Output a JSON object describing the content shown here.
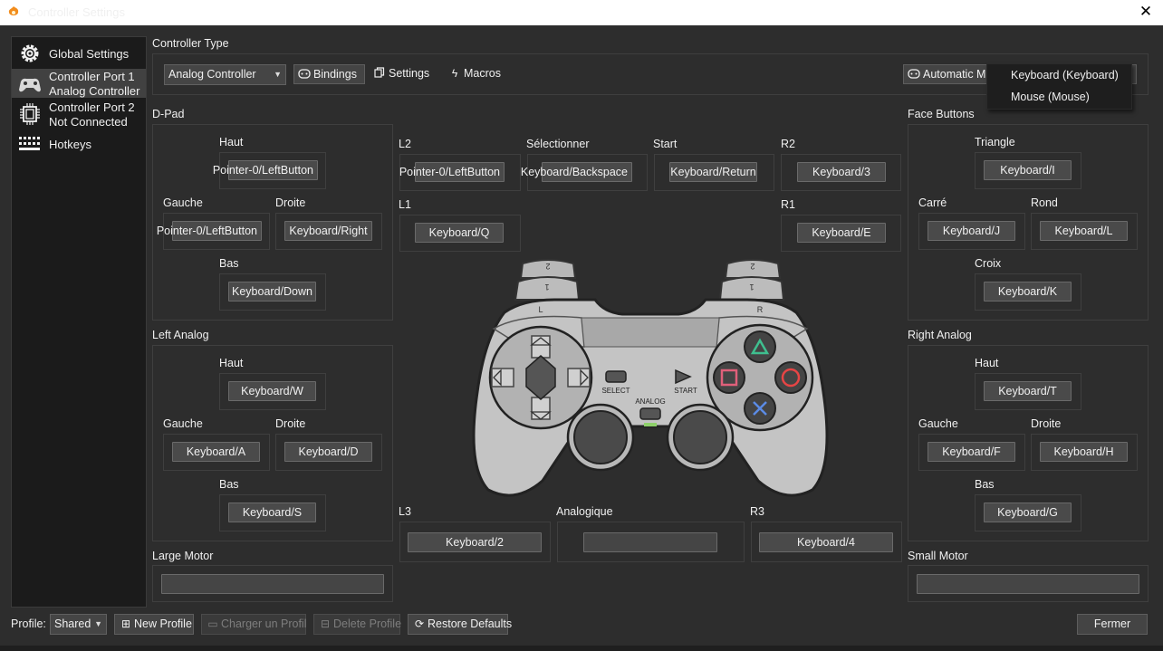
{
  "window": {
    "title": "Controller Settings"
  },
  "sidebar": {
    "items": [
      {
        "icon": "gear-icon",
        "line1": "Global Settings",
        "line2": ""
      },
      {
        "icon": "gamepad-icon",
        "line1": "Controller Port 1",
        "line2": "Analog Controller"
      },
      {
        "icon": "chip-icon",
        "line1": "Controller Port 2",
        "line2": "Not Connected"
      },
      {
        "icon": "keyboard-icon",
        "line1": "Hotkeys",
        "line2": ""
      }
    ]
  },
  "controller_type": {
    "label": "Controller Type",
    "selected": "Analog Controller",
    "buttons": {
      "bindings": "Bindings",
      "settings": "Settings",
      "macros": "Macros",
      "automatic": "Automatic M"
    }
  },
  "dropdown_menu": {
    "options": [
      "Keyboard (Keyboard)",
      "Mouse (Mouse)"
    ]
  },
  "dpad": {
    "title": "D-Pad",
    "up_label": "Haut",
    "up": "Pointer-0/LeftButton",
    "left_label": "Gauche",
    "left": "Pointer-0/LeftButton",
    "right_label": "Droite",
    "right": "Keyboard/Right",
    "down_label": "Bas",
    "down": "Keyboard/Down"
  },
  "left_analog": {
    "title": "Left Analog",
    "up_label": "Haut",
    "up": "Keyboard/W",
    "left_label": "Gauche",
    "left": "Keyboard/A",
    "right_label": "Droite",
    "right": "Keyboard/D",
    "down_label": "Bas",
    "down": "Keyboard/S"
  },
  "face_buttons": {
    "title": "Face Buttons",
    "triangle_label": "Triangle",
    "triangle": "Keyboard/I",
    "square_label": "Carré",
    "square": "Keyboard/J",
    "circle_label": "Rond",
    "circle": "Keyboard/L",
    "cross_label": "Croix",
    "cross": "Keyboard/K"
  },
  "right_analog": {
    "title": "Right Analog",
    "up_label": "Haut",
    "up": "Keyboard/T",
    "left_label": "Gauche",
    "left": "Keyboard/F",
    "right_label": "Droite",
    "right": "Keyboard/H",
    "down_label": "Bas",
    "down": "Keyboard/G"
  },
  "center": {
    "l2_label": "L2",
    "l2": "Pointer-0/LeftButton",
    "select_label": "Sélectionner",
    "select": "Keyboard/Backspace",
    "start_label": "Start",
    "start": "Keyboard/Return",
    "r2_label": "R2",
    "r2": "Keyboard/3",
    "l1_label": "L1",
    "l1": "Keyboard/Q",
    "r1_label": "R1",
    "r1": "Keyboard/E",
    "l3_label": "L3",
    "l3": "Keyboard/2",
    "analog_label": "Analogique",
    "analog": "",
    "r3_label": "R3",
    "r3": "Keyboard/4"
  },
  "pad_text": {
    "l": "L",
    "r": "R",
    "select": "SELECT",
    "start": "START",
    "analog": "ANALOG",
    "l1": "1",
    "l2": "2",
    "r1": "1",
    "r2": "2"
  },
  "motors": {
    "large_label": "Large Motor",
    "large": "",
    "small_label": "Small Motor",
    "small": ""
  },
  "footer": {
    "profile_label": "Profile:",
    "profile_value": "Shared",
    "new_profile": "New Profile",
    "load_profile": "Charger un Profil",
    "delete_profile": "Delete Profile",
    "restore_defaults": "Restore Defaults",
    "close": "Fermer"
  },
  "colors": {
    "background": "#2d2d2d",
    "sidebar": "#1b1b1b",
    "selection": "#414141",
    "triangle": "#3fbf8f",
    "square": "#e0607a",
    "circle": "#e64545",
    "cross": "#5b8be6",
    "analog_led": "#8ed06a"
  }
}
